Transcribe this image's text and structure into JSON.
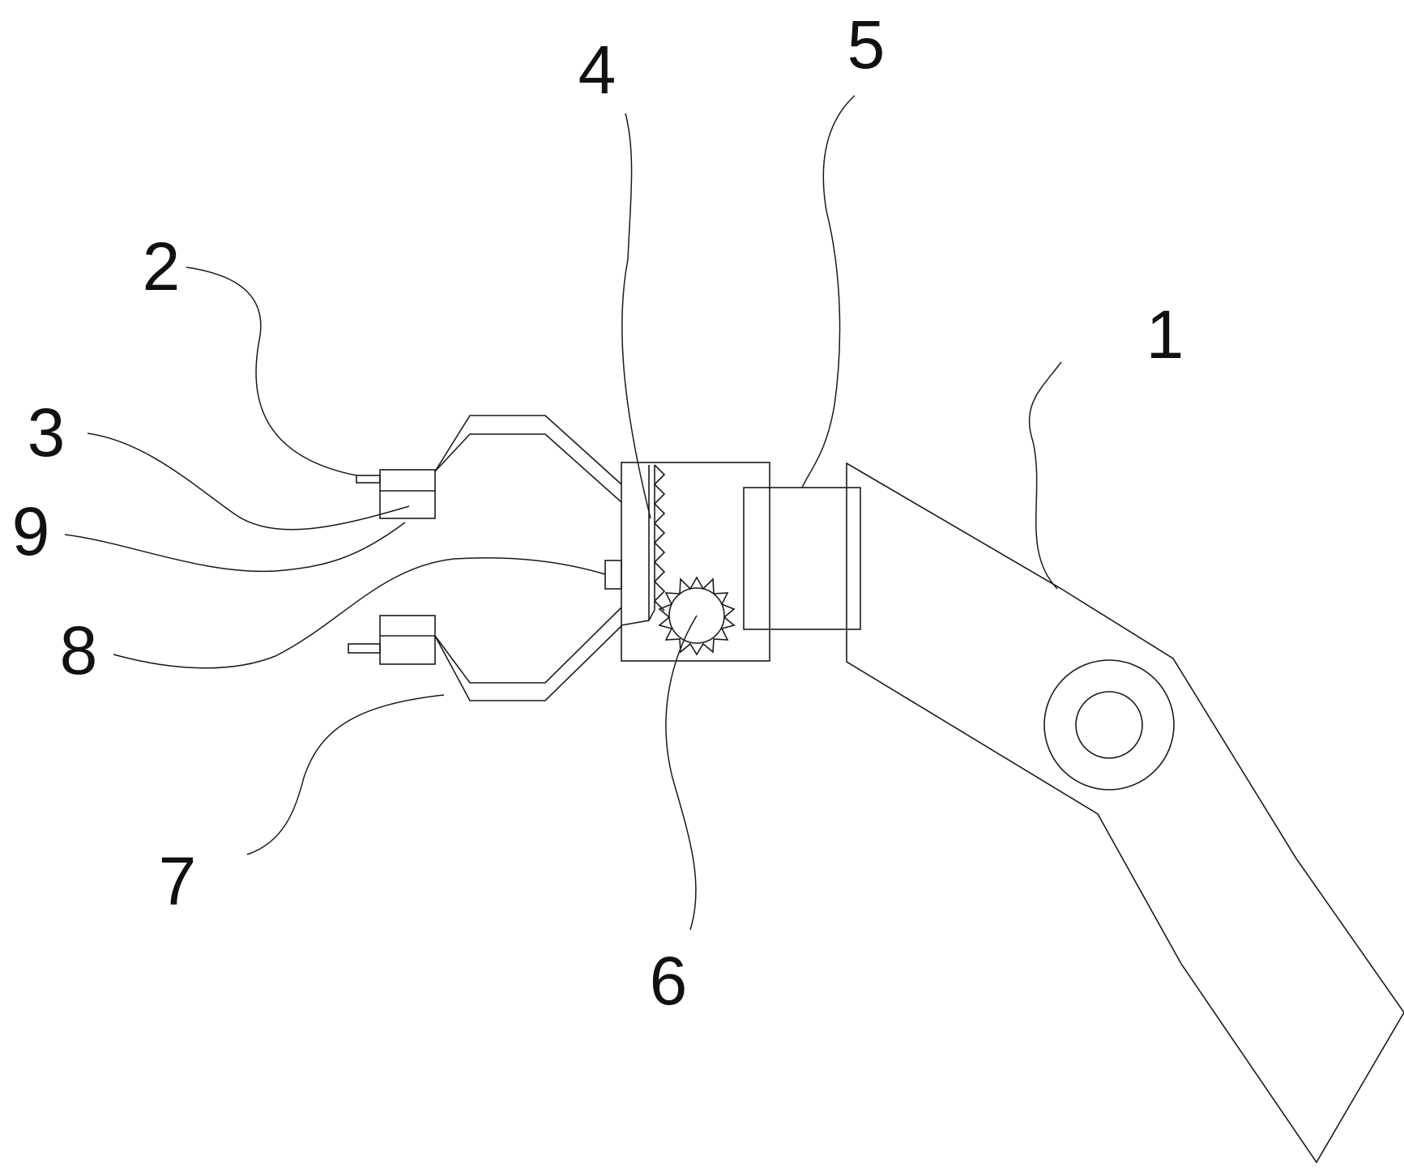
{
  "figure": {
    "background": "#ffffff",
    "stroke_color": "#1a1a1a",
    "labels": {
      "l1": "1",
      "l2": "2",
      "l3": "3",
      "l4": "4",
      "l5": "5",
      "l6": "6",
      "l7": "7",
      "l8": "8",
      "l9": "9"
    }
  }
}
